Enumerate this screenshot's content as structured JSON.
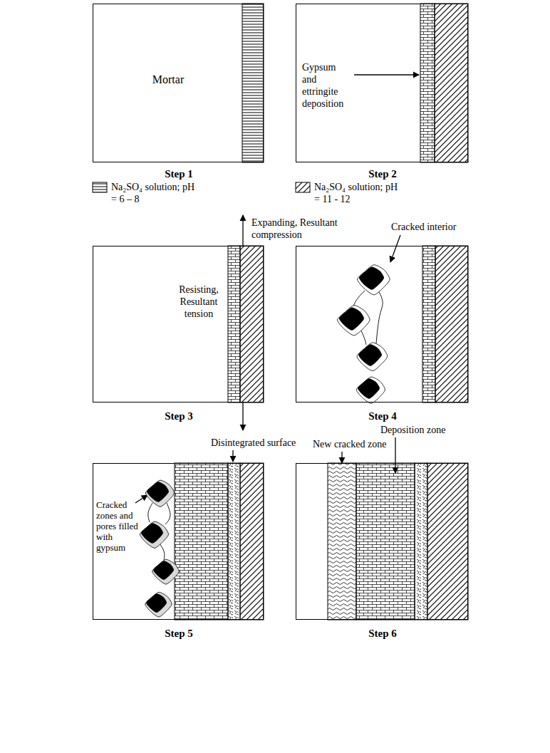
{
  "diagram": {
    "nodes": [
      {
        "text": [
          "Mortar",
          "Step 1"
        ]
      },
      {
        "text": [
          "Gypsum and ettringite deposition",
          "Step 2"
        ]
      },
      {
        "text": [
          "Expanding, Resultant compression",
          "Resisting, Resultant tension",
          "Step 3"
        ]
      },
      {
        "text": [
          "Cracked interior",
          "Step 4"
        ]
      },
      {
        "text": [
          "Disintegrated surface",
          "Cracked zones and pores filled with gypsum",
          "Step 5"
        ]
      },
      {
        "text": [
          "New cracked zone",
          "Deposition zone",
          "Step 6"
        ]
      }
    ],
    "legend": [
      {
        "text": "Na₂SO₄ solution; pH = 6 – 8"
      },
      {
        "text": "Na₂SO₄ solution; pH = 11 - 12"
      }
    ]
  }
}
